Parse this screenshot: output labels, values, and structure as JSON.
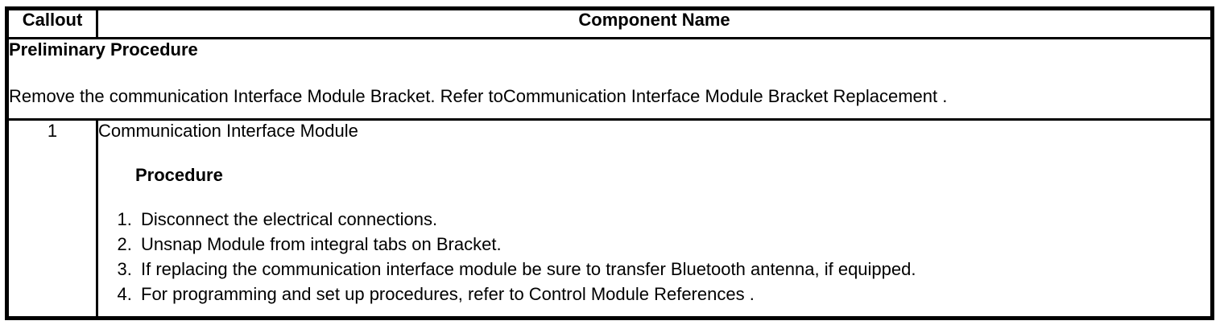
{
  "table": {
    "header": {
      "callout_label": "Callout",
      "component_label": "Component Name"
    },
    "preliminary": {
      "title": "Preliminary Procedure",
      "text": "Remove the communication Interface Module Bracket. Refer toCommunication Interface Module Bracket Replacement ."
    },
    "row1": {
      "callout": "1",
      "component_name": "Communication Interface Module",
      "procedure_label": "Procedure",
      "steps": [
        "Disconnect the electrical connections.",
        "Unsnap Module from integral tabs on Bracket.",
        "If replacing the communication interface module be sure to transfer Bluetooth antenna, if equipped.",
        "For programming and set up procedures, refer to Control Module References ."
      ]
    }
  }
}
